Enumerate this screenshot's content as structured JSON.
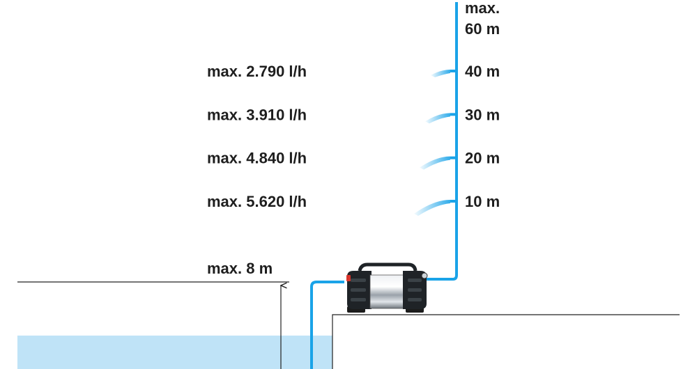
{
  "colors": {
    "pipe": "#1aa3e8",
    "water": "#bfe3f7",
    "text": "#1e1e1e",
    "line": "#222222"
  },
  "head_levels": [
    {
      "height_m": 10,
      "height_label": "10 m",
      "flow_label": "max. 5.620 l/h"
    },
    {
      "height_m": 20,
      "height_label": "20 m",
      "flow_label": "max. 4.840 l/h"
    },
    {
      "height_m": 30,
      "height_label": "30 m",
      "flow_label": "max. 3.910 l/h"
    },
    {
      "height_m": 40,
      "height_label": "40 m",
      "flow_label": "max. 2.790 l/h"
    }
  ],
  "max_head": {
    "line1": "max.",
    "line2": "60 m"
  },
  "suction": {
    "label": "max. 8 m"
  },
  "pump": {
    "icon": "garden-pump-icon"
  }
}
